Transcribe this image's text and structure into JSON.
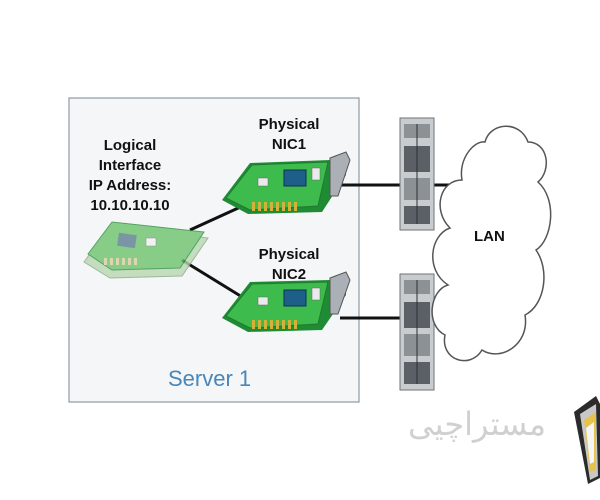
{
  "logical_interface": {
    "line1": "Logical",
    "line2": "Interface",
    "line3": "IP Address:",
    "line4": "10.10.10.10"
  },
  "nic1": {
    "line1": "Physical",
    "line2": "NIC1"
  },
  "nic2": {
    "line1": "Physical",
    "line2": "NIC2"
  },
  "server_label": "Server 1",
  "lan_label": "LAN",
  "watermark_text": "مسترا‌چیی",
  "colors": {
    "card_green": "#3dbb4c",
    "card_dark_green": "#1f8c35",
    "chip": "#1e5f8a",
    "gold": "#d4b23a",
    "server_text": "#4a86b8",
    "switch_gray": "#c9ccce"
  }
}
